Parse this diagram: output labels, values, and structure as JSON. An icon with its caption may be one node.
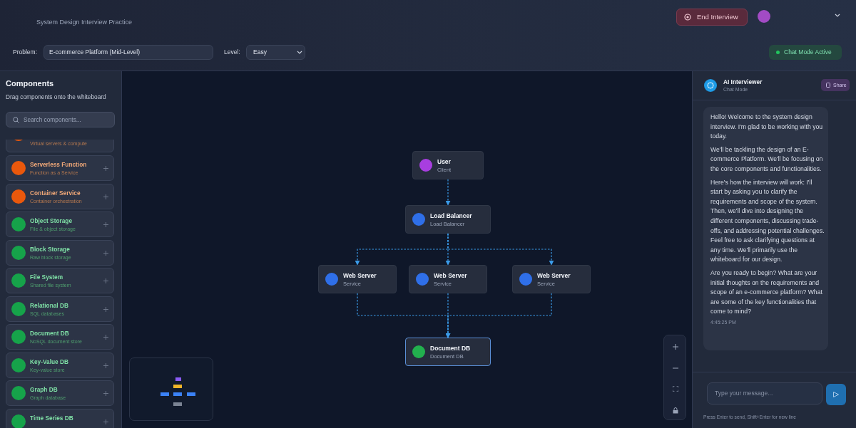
{
  "diagram": {
    "nodes": [
      {
        "text": [
          "User",
          "Client"
        ]
      },
      {
        "text": [
          "Load Balancer",
          "Load Balancer"
        ]
      },
      {
        "text": [
          "Web Server",
          "Service"
        ]
      },
      {
        "text": [
          "Web Server",
          "Service"
        ]
      },
      {
        "text": [
          "Web Server",
          "Service"
        ]
      },
      {
        "text": [
          "Document DB",
          "Document DB"
        ]
      }
    ],
    "edges": [
      {
        "from": 0,
        "to": 1,
        "arrow": "to",
        "style": "dashed"
      },
      {
        "from": 1,
        "to": 2,
        "arrow": "to",
        "style": "dashed"
      },
      {
        "from": 1,
        "to": 3,
        "arrow": "to",
        "style": "dashed"
      },
      {
        "from": 1,
        "to": 4,
        "arrow": "to",
        "style": "dashed"
      },
      {
        "from": 2,
        "to": 5,
        "arrow": "to",
        "style": "dashed"
      },
      {
        "from": 3,
        "to": 5,
        "arrow": "to",
        "style": "dashed"
      },
      {
        "from": 4,
        "to": 5,
        "arrow": "to",
        "style": "dashed"
      }
    ],
    "labels": [
      "System Design Interview Practice",
      "End Interview",
      "Problem:",
      "E-commerce Platform (Mid-Level)",
      "Level:",
      "Easy",
      "Chat Mode Active",
      "Components",
      "Drag components onto the whiteboard",
      "Search components...",
      "Virtual servers & compute",
      "Serverless Function",
      "Function as a Service",
      "Container Service",
      "Container orchestration",
      "Object Storage",
      "File & object storage",
      "Block Storage",
      "Raw block storage",
      "File System",
      "Shared file system",
      "Relational DB",
      "SQL databases",
      "Document DB",
      "NoSQL document store",
      "Key-Value DB",
      "Key-value store",
      "Graph DB",
      "Graph database",
      "Time Series DB",
      "AI Interviewer",
      "Chat Mode",
      "Share",
      "Hello! Welcome to the system design interview. I'm glad to be working with you today.",
      "We'll be tackling the design of an E-commerce Platform. We'll be focusing on the core components and functionalities.",
      "Here's how the interview will work: I'll start by asking you to clarify the requirements and scope of the system. Then, we'll dive into designing the different components, discussing trade-offs, and addressing potential challenges. Feel free to ask clarifying questions at any time. We'll primarily use the whiteboard for our design.",
      "Are you ready to begin? What are your initial thoughts on the requirements and scope of an e-commerce platform? What are some of the key functionalities that come to mind?",
      "4:45:25 PM",
      "Type your message...",
      "Press Enter to send, Shift+Enter for new line"
    ]
  }
}
